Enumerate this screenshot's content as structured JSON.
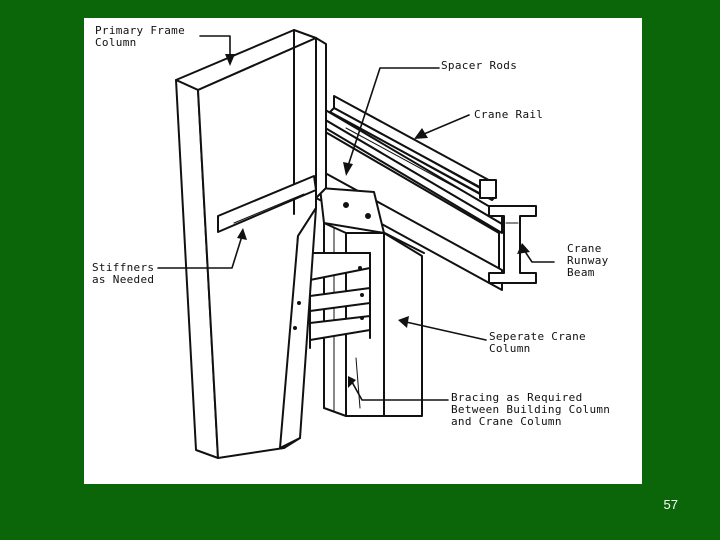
{
  "slide": {
    "number": "57"
  },
  "labels": {
    "primary_frame_column": "Primary Frame\nColumn",
    "spacer_rods": "Spacer Rods",
    "crane_rail": "Crane Rail",
    "stiffners": "Stiffners\nas Needed",
    "crane_runway_beam": "Crane\nRunway\nBeam",
    "separate_crane_column": "Seperate Crane\nColumn",
    "bracing": "Bracing as Required\nBetween Building Column\nand Crane Column"
  },
  "colors": {
    "background": "#0a6608",
    "figure": "#ffffff",
    "ink": "#111111"
  }
}
